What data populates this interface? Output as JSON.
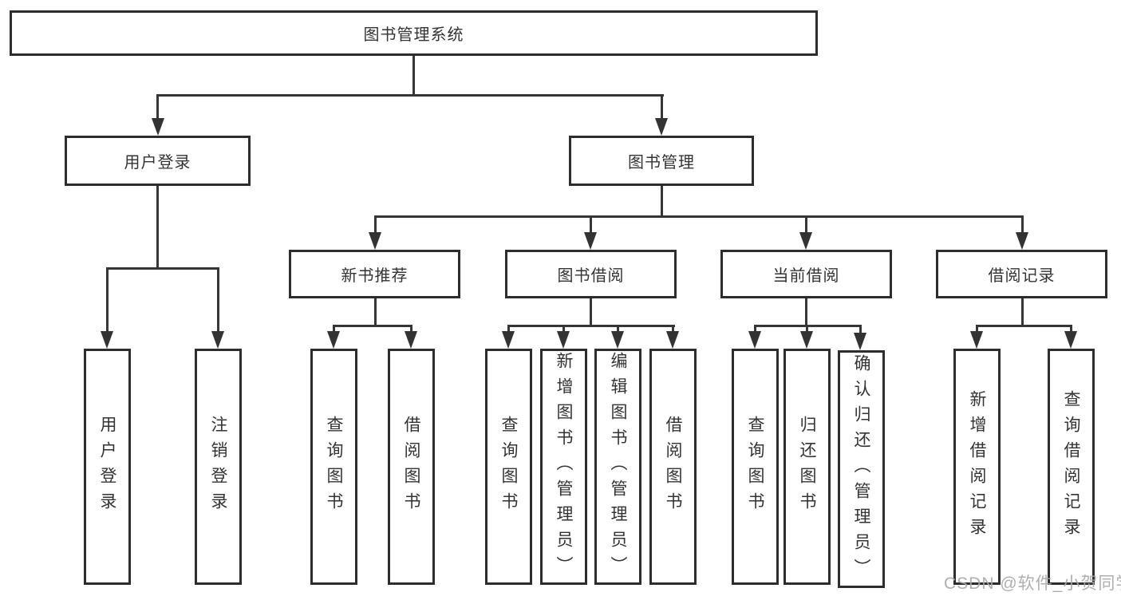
{
  "diagram": {
    "root": {
      "label": "图书管理系统"
    },
    "level2": [
      {
        "id": "user-login",
        "label": "用户登录"
      },
      {
        "id": "book-management",
        "label": "图书管理"
      }
    ],
    "level3": [
      {
        "id": "new-book-recommend",
        "parent": "book-management",
        "label": "新书推荐"
      },
      {
        "id": "book-borrowing",
        "parent": "book-management",
        "label": "图书借阅"
      },
      {
        "id": "current-borrowing",
        "parent": "book-management",
        "label": "当前借阅"
      },
      {
        "id": "borrowing-records",
        "parent": "book-management",
        "label": "借阅记录"
      }
    ],
    "leaves": [
      {
        "parent": "user-login",
        "label": "用户登录"
      },
      {
        "parent": "user-login",
        "label": "注销登录"
      },
      {
        "parent": "new-book-recommend",
        "label": "查询图书"
      },
      {
        "parent": "new-book-recommend",
        "label": "借阅图书"
      },
      {
        "parent": "book-borrowing",
        "label": "查询图书"
      },
      {
        "parent": "book-borrowing",
        "label": "新增图书（管理员）"
      },
      {
        "parent": "book-borrowing",
        "label": "编辑图书（管理员）"
      },
      {
        "parent": "book-borrowing",
        "label": "借阅图书"
      },
      {
        "parent": "current-borrowing",
        "label": "查询图书"
      },
      {
        "parent": "current-borrowing",
        "label": "归还图书"
      },
      {
        "parent": "current-borrowing",
        "label": "确认归还（管理员）"
      },
      {
        "parent": "borrowing-records",
        "label": "新增借阅记录"
      },
      {
        "parent": "borrowing-records",
        "label": "查询借阅记录"
      }
    ],
    "watermark": "CSDN @软件_小贺同学",
    "colors": {
      "line": "#363636",
      "border": "#2d2d2d",
      "text": "#333333",
      "watermark": "#a8a8a8",
      "background": "#ffffff"
    }
  }
}
